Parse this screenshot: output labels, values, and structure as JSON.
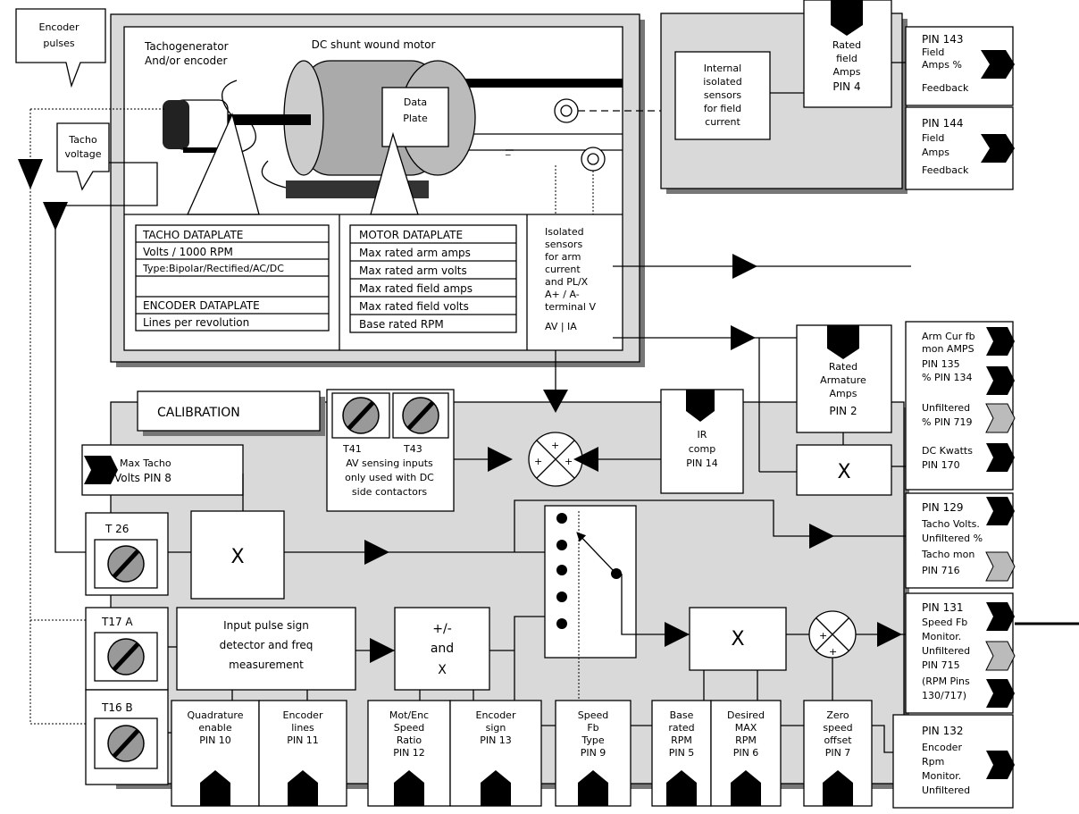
{
  "encoder_pulses": [
    "Encoder",
    "pulses"
  ],
  "tacho_voltage": [
    "Tacho",
    "voltage"
  ],
  "motor_title": "DC shunt wound motor",
  "tachogen_label": [
    "Tachogenerator",
    "And/or encoder"
  ],
  "data_plate": [
    "Data",
    "Plate"
  ],
  "minus_sign": "_",
  "tacho_dataplate": [
    "TACHO DATAPLATE",
    "Volts / 1000 RPM",
    "Type:Bipolar/Rectified/AC/DC",
    "",
    "ENCODER DATAPLATE",
    "Lines per revolution"
  ],
  "motor_dataplate": [
    "MOTOR DATAPLATE",
    "Max rated arm amps",
    "Max rated arm volts",
    "Max rated field amps",
    "Max rated field volts",
    "Base rated RPM"
  ],
  "isolated_sensors": [
    "Isolated",
    "sensors",
    "for arm",
    "current",
    "and PL/X",
    "A+ / A-",
    "terminal V",
    "AV  |  IA"
  ],
  "field_sensors": [
    "Internal",
    "isolated",
    "sensors",
    "for field",
    "current"
  ],
  "rated_field_amps": [
    "Rated",
    "field",
    "Amps",
    "PIN 4"
  ],
  "pin143": [
    "PIN 143",
    "Field",
    "Amps %",
    "Feedback"
  ],
  "pin144": [
    "PIN 144",
    "Field",
    "Amps",
    "Feedback"
  ],
  "rated_armature": [
    "Rated",
    "Armature",
    "Amps",
    "PIN 2"
  ],
  "arm_cur": [
    "Arm Cur fb",
    "mon AMPS",
    "PIN 135",
    "% PIN 134"
  ],
  "unfiltered_719": [
    "Unfiltered",
    "% PIN 719"
  ],
  "dc_kwatts": [
    "DC Kwatts",
    "PIN 170"
  ],
  "calibration": "CALIBRATION",
  "t41": "T41",
  "t43": "T43",
  "av_sensing": [
    "AV sensing inputs",
    "only used with DC",
    "side contactors"
  ],
  "ir_comp": [
    "IR",
    "comp",
    "PIN 14"
  ],
  "max_tacho": [
    "Max Tacho",
    "Volts PIN 8"
  ],
  "t26": "T 26",
  "t17a": "T17 A",
  "t16b": "T16 B",
  "mult_x": "X",
  "plus": "+",
  "pin129": [
    "PIN 129",
    "Tacho Volts.",
    "Unfiltered %",
    "Tacho mon",
    "PIN 716"
  ],
  "input_pulse": [
    "Input pulse sign",
    "detector and freq",
    "measurement"
  ],
  "pm_and_x": [
    "+/-",
    "and",
    "X"
  ],
  "pin131": [
    "PIN 131",
    "Speed Fb",
    "Monitor.",
    "Unfiltered",
    "PIN 715",
    "(RPM Pins",
    "130/717)"
  ],
  "pin132": [
    "PIN 132",
    "Encoder",
    "Rpm",
    "Monitor.",
    "Unfiltered"
  ],
  "bottom_boxes": [
    [
      "Quadrature",
      "enable",
      "PIN  10"
    ],
    [
      "Encoder",
      "lines",
      "PIN  11"
    ],
    [
      "Mot/Enc",
      "Speed",
      "Ratio",
      "PIN  12"
    ],
    [
      "Encoder",
      "sign",
      "PIN  13"
    ],
    [
      "Speed",
      "Fb",
      "Type",
      "PIN  9"
    ],
    [
      "Base",
      "rated",
      "RPM",
      "PIN  5"
    ],
    [
      "Desired",
      "MAX",
      "RPM",
      "PIN  6"
    ],
    [
      "Zero",
      "speed",
      "offset",
      "PIN 7"
    ]
  ]
}
